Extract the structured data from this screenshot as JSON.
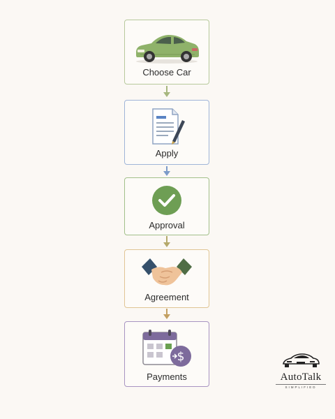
{
  "steps": [
    {
      "label": "Choose Car",
      "icon": "car-icon",
      "color": "#9bb87c"
    },
    {
      "label": "Apply",
      "icon": "document-pen-icon",
      "color": "#8aa6cf"
    },
    {
      "label": "Approval",
      "icon": "check-circle-icon",
      "color": "#7fa865"
    },
    {
      "label": "Agreement",
      "icon": "handshake-icon",
      "color": "#d9b77a"
    },
    {
      "label": "Payments",
      "icon": "calendar-dollar-icon",
      "color": "#9681b3"
    }
  ],
  "arrows": [
    {
      "color": "#a7b77f"
    },
    {
      "color": "#7d9bc9"
    },
    {
      "color": "#b5a96b"
    },
    {
      "color": "#c3a062"
    }
  ],
  "brand": {
    "name": "AutoTalk",
    "tagline": "SIMPLIFIED",
    "icon": "sports-car-logo-icon"
  }
}
